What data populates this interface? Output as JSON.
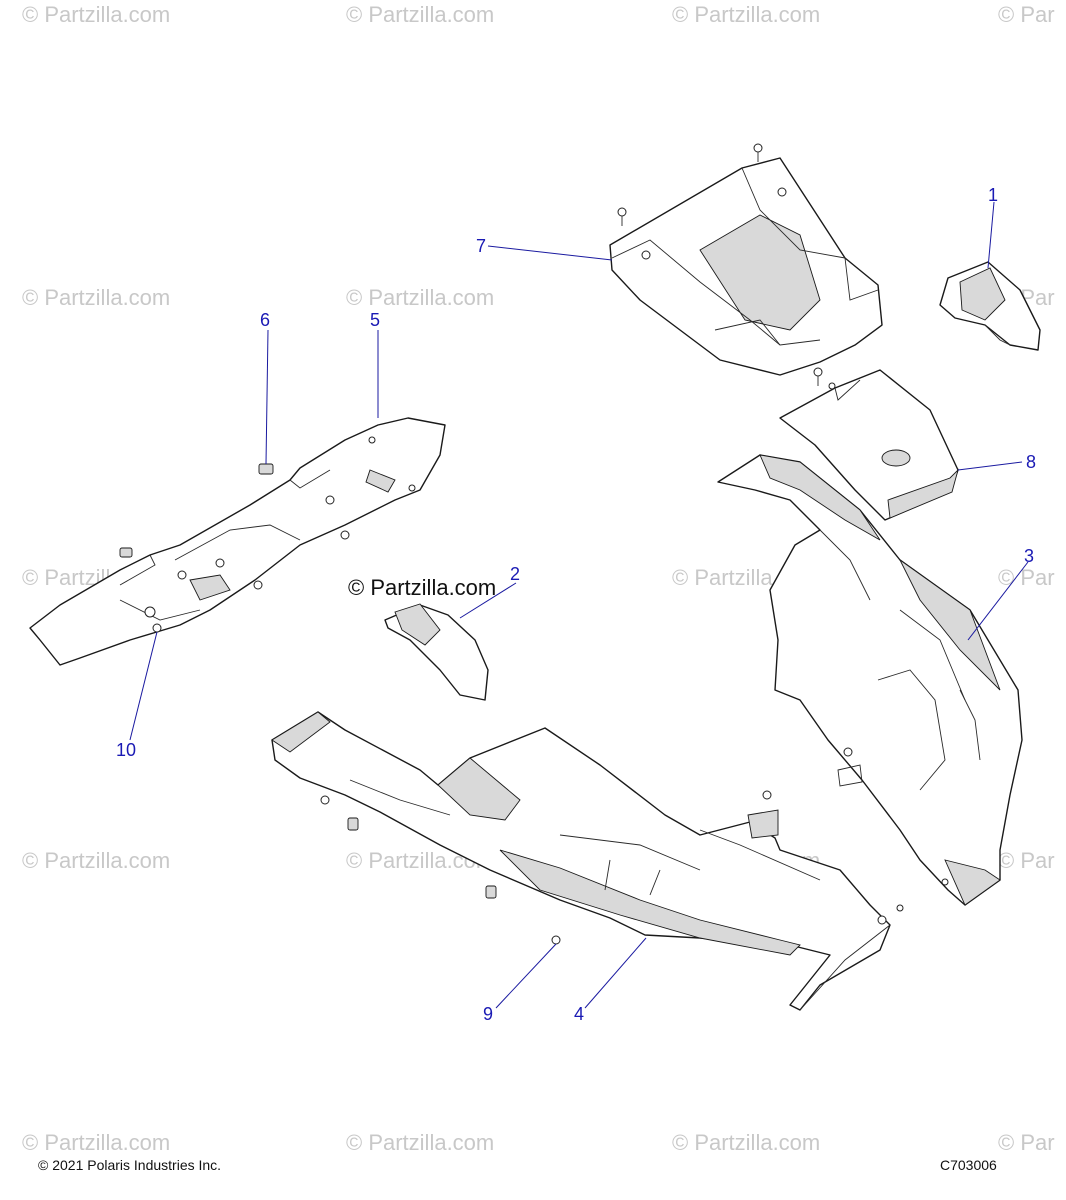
{
  "watermark": "© Partzilla.com",
  "watermark_short": "© Par",
  "center_watermark": "© Partzilla.com",
  "footer": {
    "copyright": "© 2021 Polaris Industries Inc.",
    "diagram_code": "C703006"
  },
  "callouts": {
    "c1": "1",
    "c2": "2",
    "c3": "3",
    "c4": "4",
    "c5": "5",
    "c6": "6",
    "c7": "7",
    "c8": "8",
    "c9": "9",
    "c10": "10"
  },
  "colors": {
    "callout": "#1a1ab4",
    "watermark": "#c8c8c8",
    "line": "#1a1a1a"
  }
}
